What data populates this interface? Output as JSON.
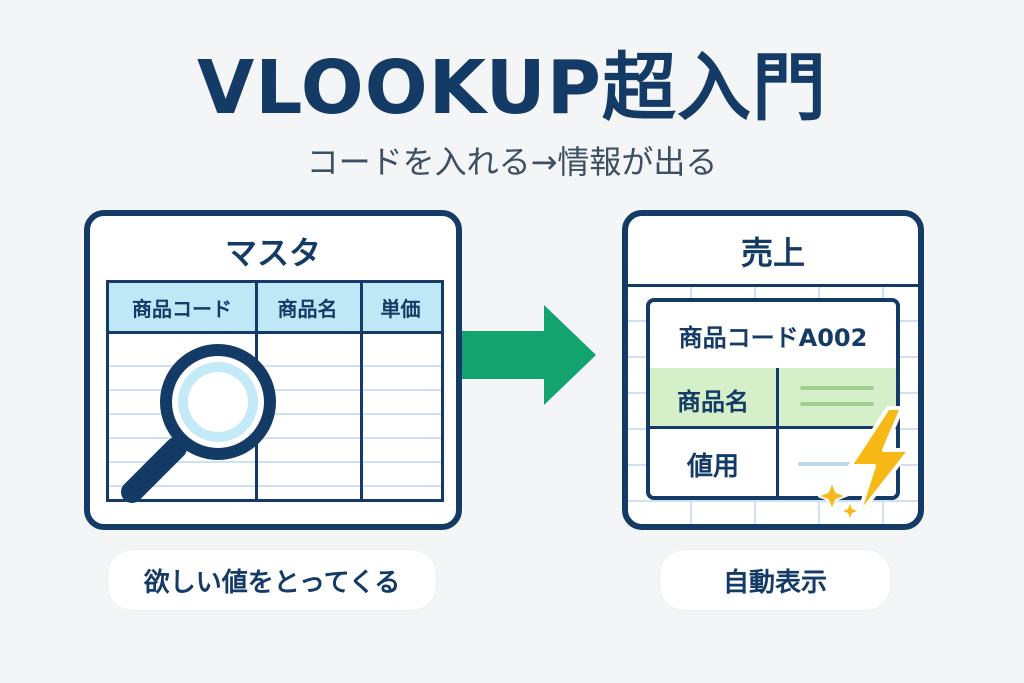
{
  "title": "VLOOKUP超入門",
  "subtitle": "コードを入れる→情報が出る",
  "master": {
    "title": "マスタ",
    "headers": [
      "商品コード",
      "商品名",
      "単価"
    ]
  },
  "sales": {
    "title": "売上",
    "code_row": "商品コードA002",
    "name_label": "商品名",
    "price_label": "値用"
  },
  "captions": {
    "left": "欲しい値をとってくる",
    "right": "自動表示"
  },
  "icons": {
    "magnifier": "magnifier-icon",
    "arrow": "arrow-right-icon",
    "bolt": "lightning-bolt-icon",
    "sparkle": "sparkle-icon"
  },
  "colors": {
    "navy": "#143a66",
    "header_blue": "#bfe8f6",
    "result_green": "#d5efc9",
    "arrow_green": "#13a36f",
    "bolt_yellow": "#f7b916"
  }
}
